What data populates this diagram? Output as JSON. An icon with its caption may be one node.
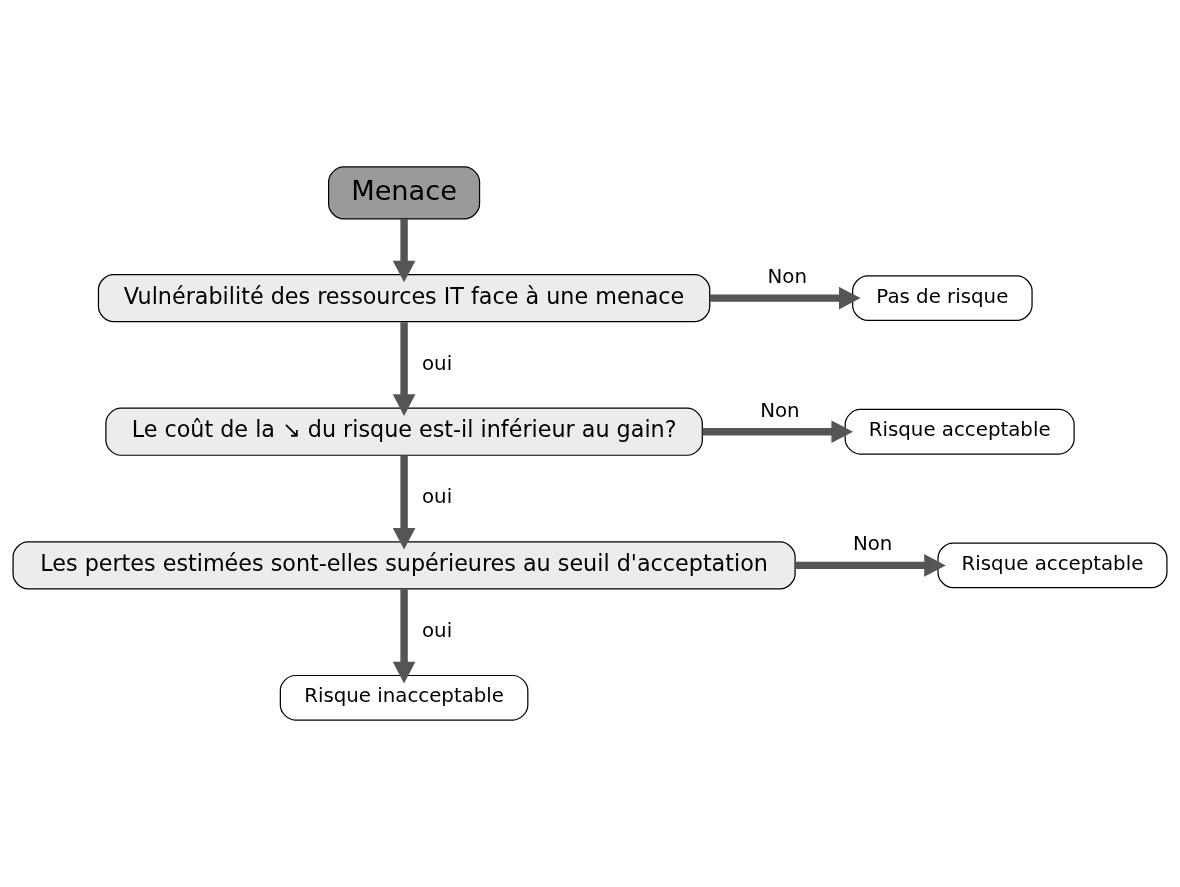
{
  "diagram": {
    "nodes": [
      {
        "text": [
          "Menace"
        ]
      },
      {
        "text": [
          "Pas de risque"
        ]
      },
      {
        "text": [
          "Vulnérabilité des ressources IT face à une menace"
        ]
      },
      {
        "text": [
          "Risque acceptable"
        ]
      },
      {
        "text": [
          "Le coût de la ↘ du risque est-il inférieur au gain?"
        ]
      },
      {
        "text": [
          "Risque acceptable"
        ]
      },
      {
        "text": [
          "Les pertes estimées sont-elles supérieures au seuil d'acceptation"
        ]
      },
      {
        "text": [
          "Risque inacceptable"
        ]
      }
    ],
    "edges": [
      {
        "from": 0,
        "to": 2,
        "arrow": "to"
      },
      {
        "from": 2,
        "to": 1,
        "arrow": "to",
        "label": "Non"
      },
      {
        "from": 2,
        "to": 4,
        "arrow": "to",
        "label": "oui"
      },
      {
        "from": 4,
        "to": 3,
        "arrow": "to",
        "label": "Non"
      },
      {
        "from": 4,
        "to": 6,
        "arrow": "to",
        "label": "oui"
      },
      {
        "from": 6,
        "to": 5,
        "arrow": "to",
        "label": "Non"
      },
      {
        "from": 6,
        "to": 7,
        "arrow": "to",
        "label": "oui"
      }
    ]
  }
}
